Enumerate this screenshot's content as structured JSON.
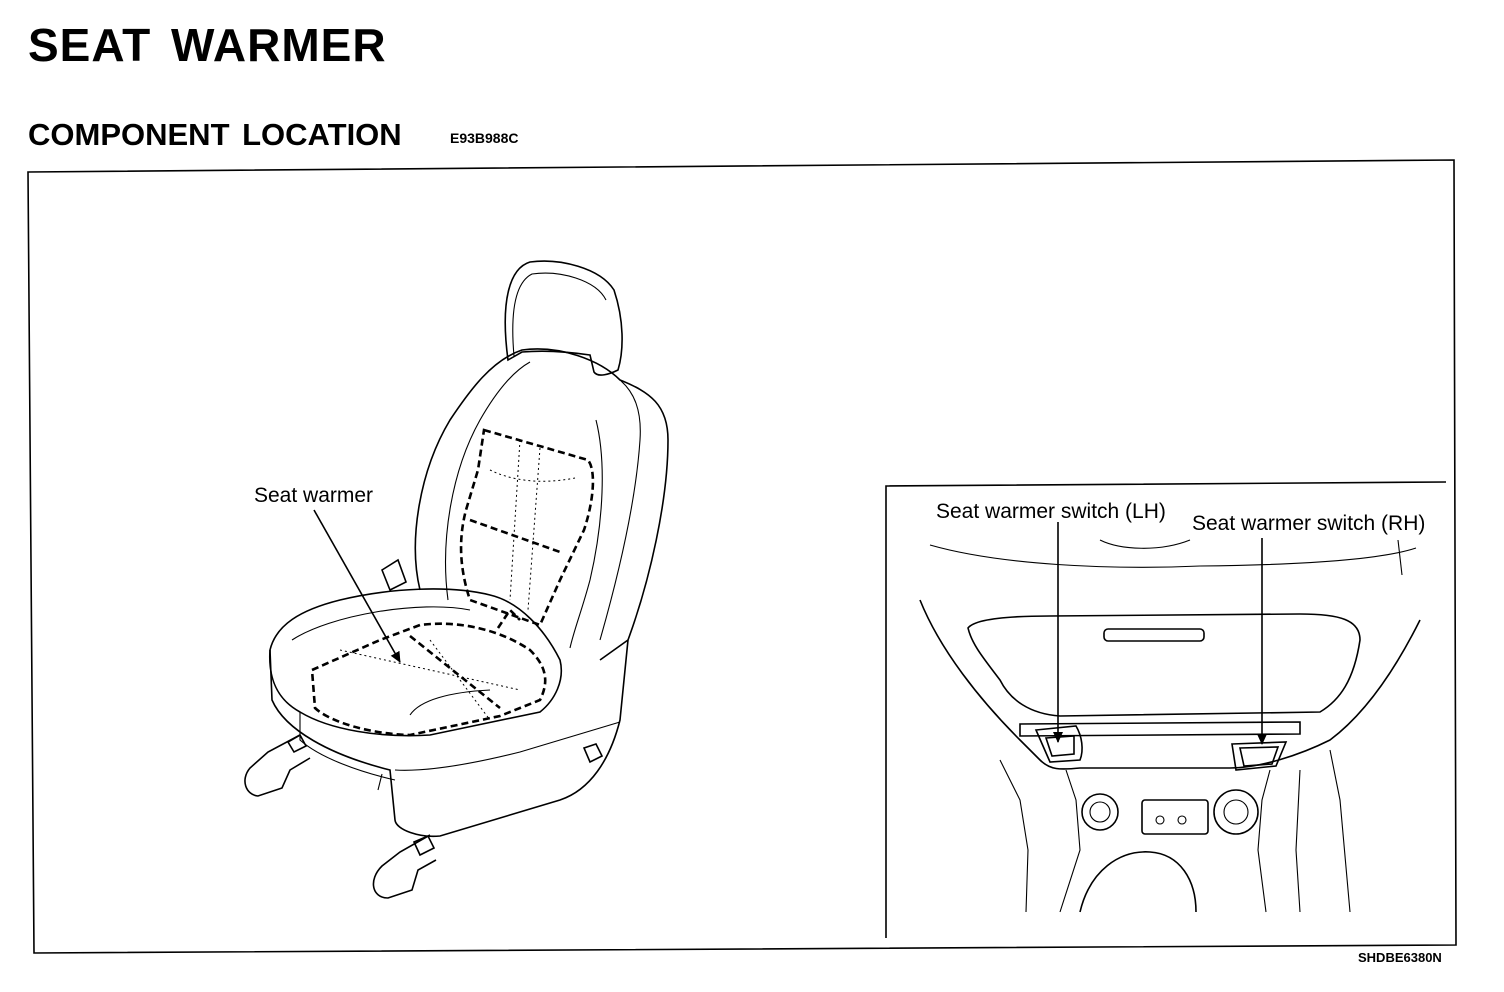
{
  "document": {
    "title": "SEAT WARMER",
    "section_title": "COMPONENT LOCATION",
    "section_code": "E93B988C",
    "figure_code": "SHDBE6380N"
  },
  "labels": {
    "seat_warmer": "Seat warmer",
    "switch_lh": "Seat warmer switch (LH)",
    "switch_rh": "Seat warmer switch (RH)"
  }
}
